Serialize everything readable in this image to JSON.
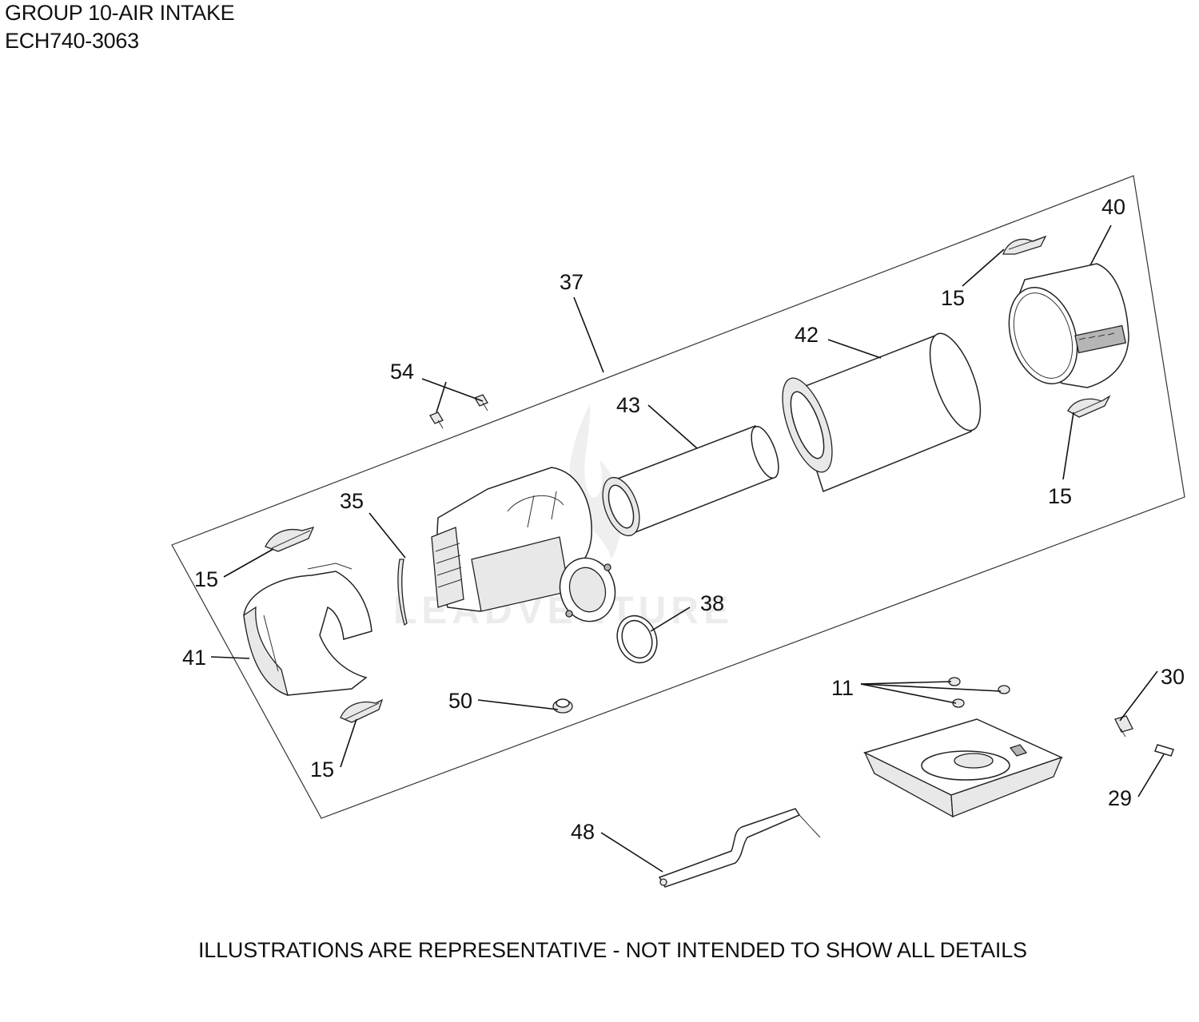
{
  "header": {
    "group_title": "GROUP 10-AIR INTAKE",
    "model_code": "ECH740-3063"
  },
  "footer": {
    "disclaimer": "ILLUSTRATIONS ARE REPRESENTATIVE - NOT INTENDED TO SHOW ALL DETAILS"
  },
  "watermark": {
    "text": "LEADVENTURE"
  },
  "callouts": {
    "c37": "37",
    "c40": "40",
    "c15_top_right": "15",
    "c42": "42",
    "c54": "54",
    "c43": "43",
    "c15_right": "15",
    "c35": "35",
    "c15_left": "15",
    "c38": "38",
    "c41": "41",
    "c50": "50",
    "c15_bottom_left": "15",
    "c11": "11",
    "c30": "30",
    "c29": "29",
    "c48": "48"
  }
}
